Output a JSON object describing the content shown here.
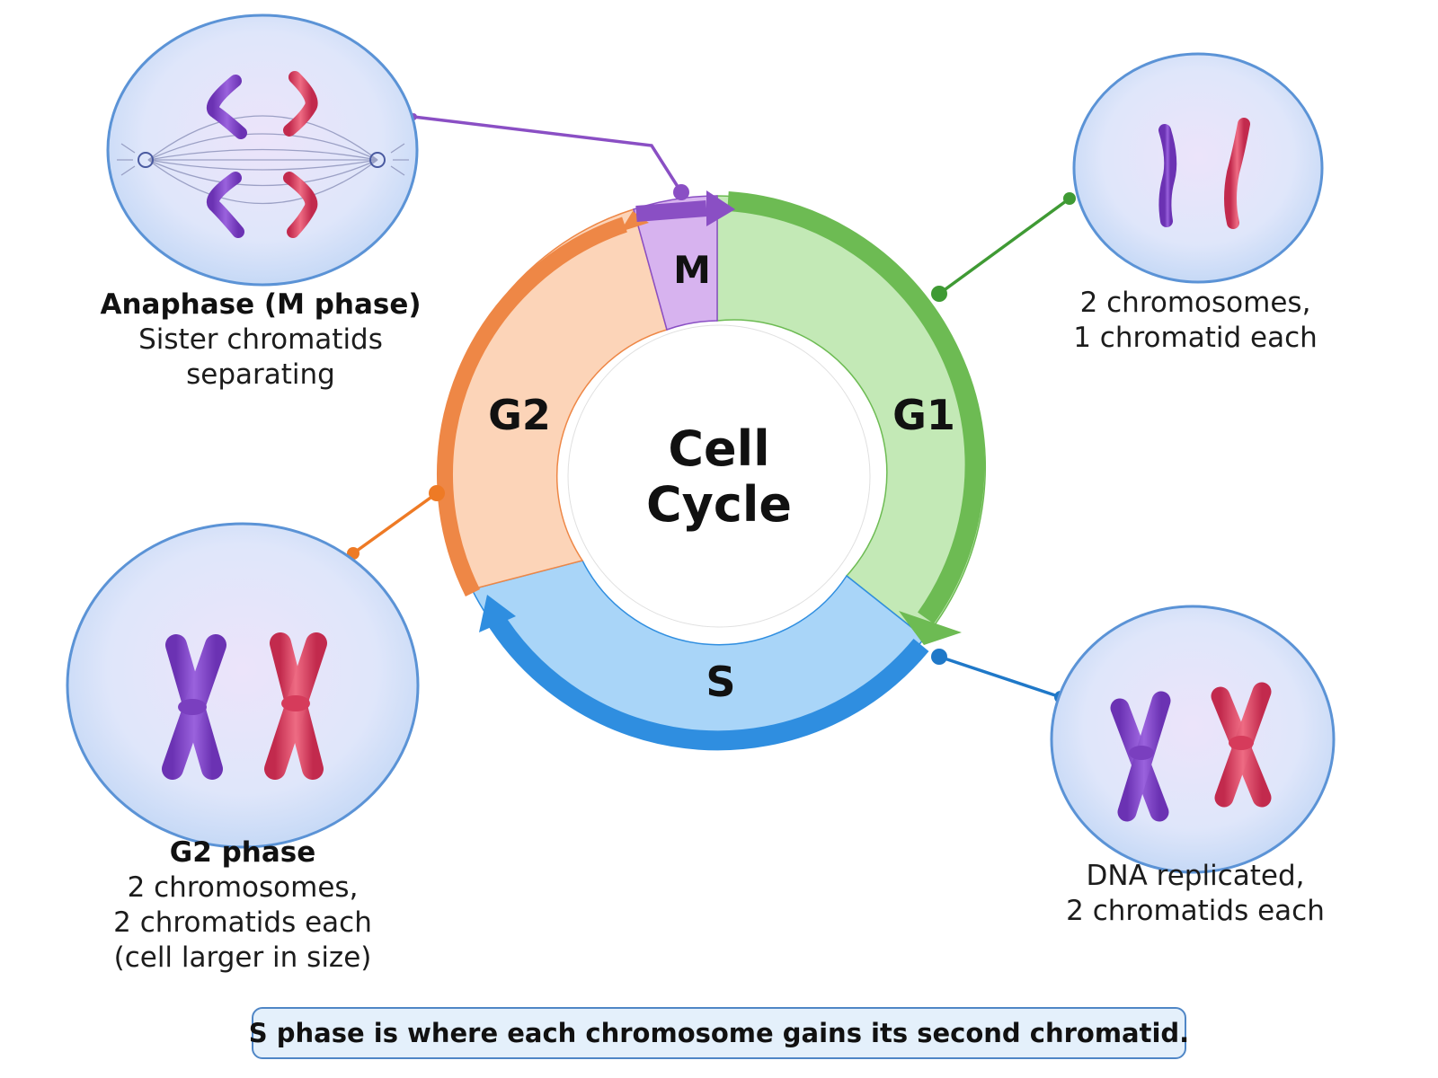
{
  "center": {
    "line1": "Cell",
    "line2": "Cycle"
  },
  "phases": {
    "M": {
      "label": "M",
      "fill": "#d7b3ef",
      "edge": "#8a4fc4"
    },
    "G1": {
      "label": "G1",
      "fill": "#c3e9b6",
      "edge": "#6dbb53"
    },
    "S": {
      "label": "S",
      "fill": "#a9d5f8",
      "edge": "#2f8ee0"
    },
    "G2": {
      "label": "G2",
      "fill": "#fcd4b8",
      "edge": "#ee8746"
    }
  },
  "callouts": {
    "anaphase": {
      "title": "Anaphase (M phase)",
      "line1": "Sister chromatids",
      "line2": "separating"
    },
    "g1": {
      "line1": "2 chromosomes,",
      "line2": "1 chromatid each"
    },
    "g2": {
      "title": "G2 phase",
      "line1": "2 chromosomes,",
      "line2": "2 chromatids each",
      "line3": "(cell larger in size)"
    },
    "s": {
      "line1": "DNA replicated,",
      "line2": "2 chromatids each"
    }
  },
  "note": "S phase is where each chromosome gains its second chromatid.",
  "colors": {
    "chromosome_purple": "#7a3fbf",
    "chromosome_red": "#d63b5b",
    "cell_fill": "#dfe8fb",
    "cell_edge": "#5b93d6",
    "leader_m": "#8a4fc4",
    "leader_g1": "#3f9a34",
    "leader_g2": "#ee7a25",
    "leader_s": "#1f78c8"
  }
}
